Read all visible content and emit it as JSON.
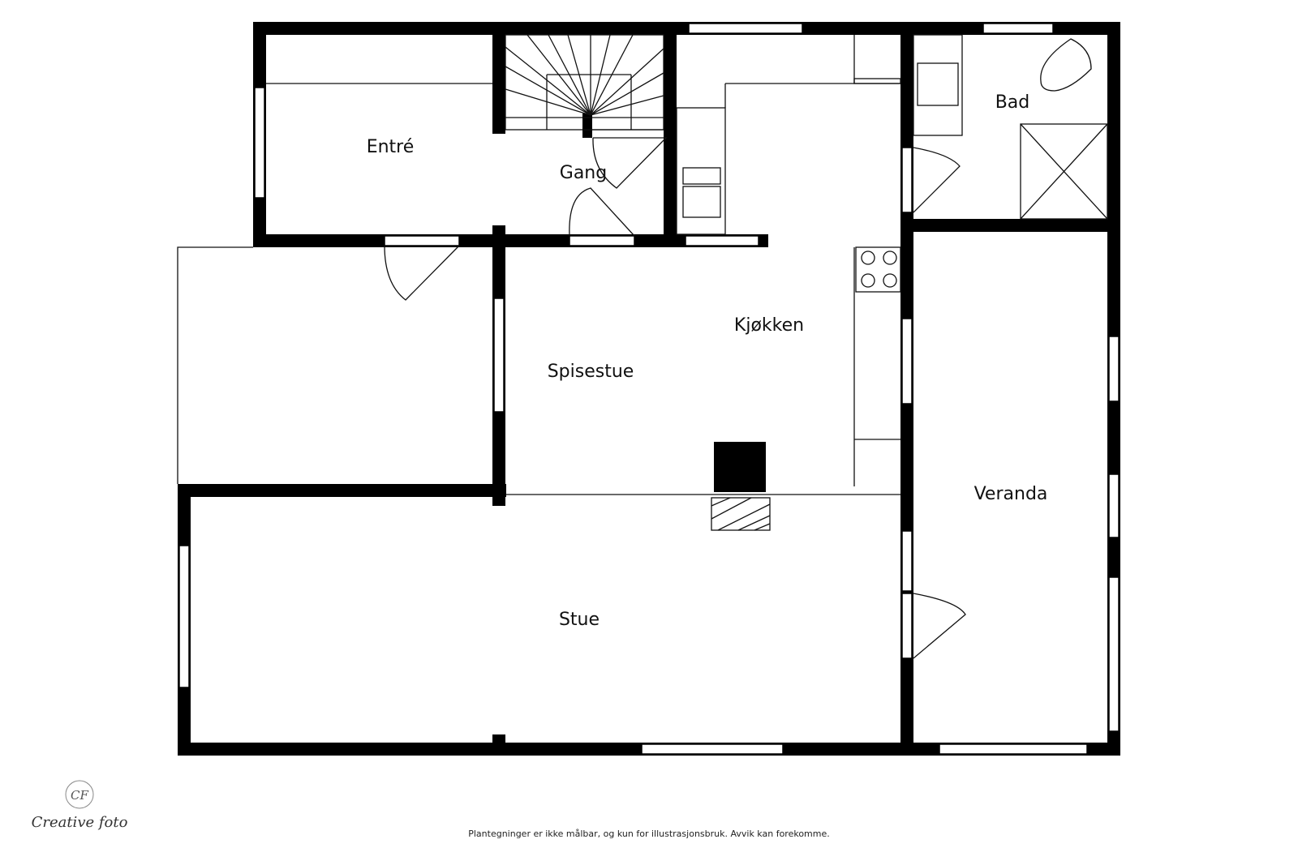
{
  "rooms": {
    "entre": "Entré",
    "gang": "Gang",
    "kjokken": "Kjøkken",
    "bad": "Bad",
    "spisestue": "Spisestue",
    "veranda": "Veranda",
    "stue": "Stue"
  },
  "logo": {
    "monogram": "CF",
    "name": "Creative foto"
  },
  "disclaimer": "Plantegninger er ikke målbar, og kun for illustrasjonsbruk. Avvik kan forekomme.",
  "colors": {
    "wall": "#000000",
    "line": "#111111",
    "background": "#ffffff"
  }
}
